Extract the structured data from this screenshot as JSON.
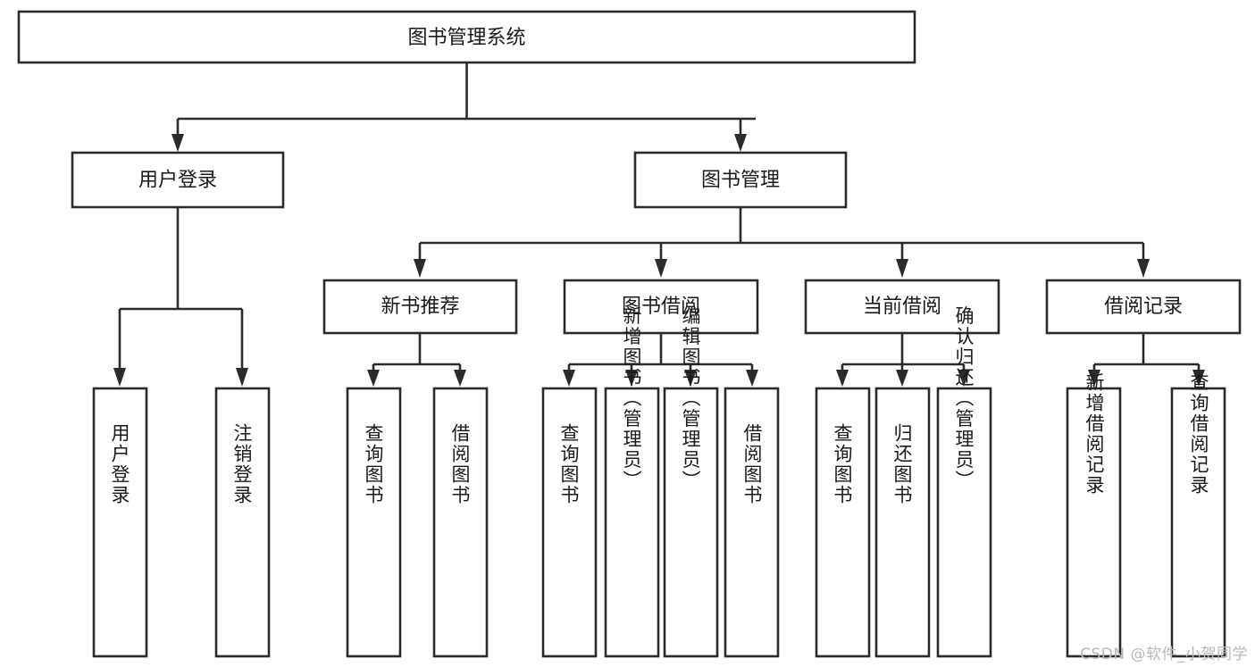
{
  "diagram": {
    "type": "tree-hierarchy",
    "title": "图书管理系统",
    "orientation": "top-down",
    "colors": {
      "stroke": "#2b2b2b",
      "fill": "#ffffff",
      "text": "#1a1a1a",
      "watermark": "#b9b9b9",
      "background": "#ffffff"
    },
    "levels": [
      {
        "level": 1,
        "nodes": [
          {
            "id": "root",
            "label": "图书管理系统",
            "orientation": "horizontal"
          }
        ]
      },
      {
        "level": 2,
        "nodes": [
          {
            "id": "login",
            "label": "用户登录",
            "orientation": "horizontal",
            "parent": "root"
          },
          {
            "id": "bookmgmt",
            "label": "图书管理",
            "orientation": "horizontal",
            "parent": "root"
          }
        ]
      },
      {
        "level": 3,
        "nodes": [
          {
            "id": "newbook",
            "label": "新书推荐",
            "orientation": "horizontal",
            "parent": "bookmgmt"
          },
          {
            "id": "borrow",
            "label": "图书借阅",
            "orientation": "horizontal",
            "parent": "bookmgmt"
          },
          {
            "id": "current",
            "label": "当前借阅",
            "orientation": "horizontal",
            "parent": "bookmgmt"
          },
          {
            "id": "records",
            "label": "借阅记录",
            "orientation": "horizontal",
            "parent": "bookmgmt"
          }
        ]
      },
      {
        "level": 4,
        "nodes": [
          {
            "id": "leaf-1",
            "label": "用户登录",
            "orientation": "vertical",
            "parent": "login"
          },
          {
            "id": "leaf-2",
            "label": "注销登录",
            "orientation": "vertical",
            "parent": "login"
          },
          {
            "id": "leaf-3",
            "label": "查询图书",
            "orientation": "vertical",
            "parent": "newbook"
          },
          {
            "id": "leaf-4",
            "label": "借阅图书",
            "orientation": "vertical",
            "parent": "newbook"
          },
          {
            "id": "leaf-5",
            "label": "查询图书",
            "orientation": "vertical",
            "parent": "borrow"
          },
          {
            "id": "leaf-6",
            "label": "新增图书（管理员）",
            "orientation": "vertical",
            "parent": "borrow"
          },
          {
            "id": "leaf-7",
            "label": "编辑图书（管理员）",
            "orientation": "vertical",
            "parent": "borrow"
          },
          {
            "id": "leaf-8",
            "label": "借阅图书",
            "orientation": "vertical",
            "parent": "borrow"
          },
          {
            "id": "leaf-9",
            "label": "查询图书",
            "orientation": "vertical",
            "parent": "current"
          },
          {
            "id": "leaf-10",
            "label": "归还图书",
            "orientation": "vertical",
            "parent": "current"
          },
          {
            "id": "leaf-11",
            "label": "确认归还（管理员）",
            "orientation": "vertical",
            "parent": "current"
          },
          {
            "id": "leaf-12",
            "label": "新增借阅记录",
            "orientation": "vertical",
            "parent": "records"
          },
          {
            "id": "leaf-13",
            "label": "查询借阅记录",
            "orientation": "vertical",
            "parent": "records"
          }
        ]
      }
    ]
  },
  "watermark": {
    "text": "CSDN @软件_小贺同学"
  }
}
